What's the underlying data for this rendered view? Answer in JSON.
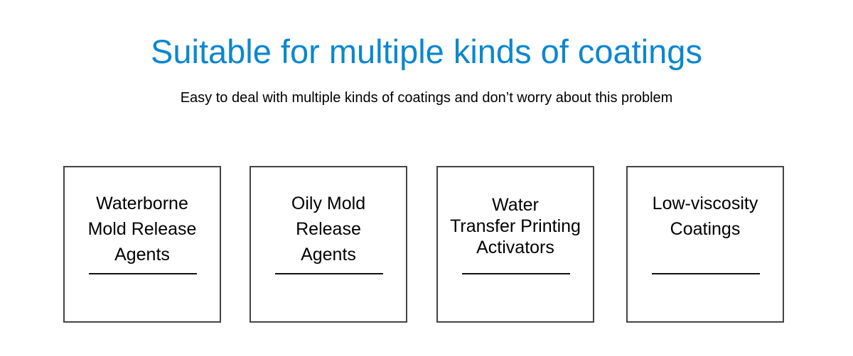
{
  "header": {
    "title": "Suitable for multiple kinds of coatings",
    "subtitle": "Easy to deal with multiple kinds of coatings and don’t worry about this problem"
  },
  "cards": [
    {
      "lines": [
        "Waterborne",
        "Mold Release",
        "Agents"
      ]
    },
    {
      "lines": [
        "Oily Mold",
        "Release",
        "Agents"
      ]
    },
    {
      "lines": [
        "Water",
        "Transfer Printing",
        "Activators"
      ]
    },
    {
      "lines": [
        "Low-viscosity",
        "Coatings"
      ]
    }
  ],
  "colors": {
    "title": "#0b87cf",
    "border": "#444444"
  }
}
